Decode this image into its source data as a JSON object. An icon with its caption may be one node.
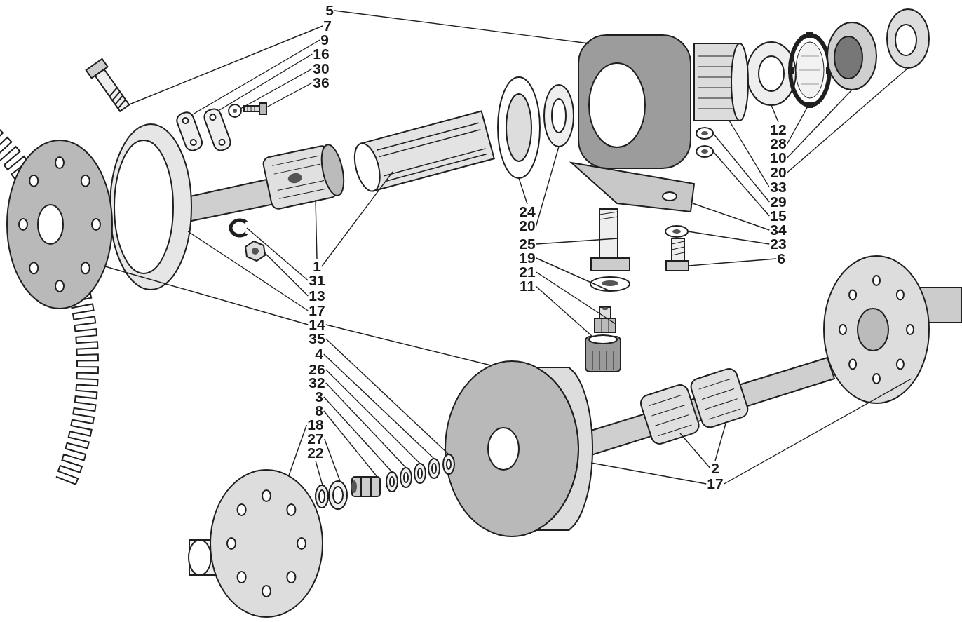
{
  "diagram": {
    "nodes": [
      {
        "text": [
          "5"
        ]
      },
      {
        "text": [
          "7"
        ]
      },
      {
        "text": [
          "9"
        ]
      },
      {
        "text": [
          "16"
        ]
      },
      {
        "text": [
          "30"
        ]
      },
      {
        "text": [
          "36"
        ]
      },
      {
        "text": [
          "12"
        ]
      },
      {
        "text": [
          "28"
        ]
      },
      {
        "text": [
          "10"
        ]
      },
      {
        "text": [
          "20"
        ]
      },
      {
        "text": [
          "33"
        ]
      },
      {
        "text": [
          "29"
        ]
      },
      {
        "text": [
          "15"
        ]
      },
      {
        "text": [
          "34"
        ]
      },
      {
        "text": [
          "23"
        ]
      },
      {
        "text": [
          "6"
        ]
      },
      {
        "text": [
          "24"
        ]
      },
      {
        "text": [
          "20"
        ]
      },
      {
        "text": [
          "25"
        ]
      },
      {
        "text": [
          "19"
        ]
      },
      {
        "text": [
          "21"
        ]
      },
      {
        "text": [
          "11"
        ]
      },
      {
        "text": [
          "1"
        ]
      },
      {
        "text": [
          "31"
        ]
      },
      {
        "text": [
          "13"
        ]
      },
      {
        "text": [
          "17"
        ]
      },
      {
        "text": [
          "14"
        ]
      },
      {
        "text": [
          "35"
        ]
      },
      {
        "text": [
          "4"
        ]
      },
      {
        "text": [
          "26"
        ]
      },
      {
        "text": [
          "32"
        ]
      },
      {
        "text": [
          "3"
        ]
      },
      {
        "text": [
          "8"
        ]
      },
      {
        "text": [
          "18"
        ]
      },
      {
        "text": [
          "27"
        ]
      },
      {
        "text": [
          "22"
        ]
      },
      {
        "text": [
          "2"
        ]
      },
      {
        "text": [
          "17"
        ]
      },
      {
        "text": [],
        "shape": "picture"
      },
      {
        "text": [],
        "shape": "picture"
      },
      {
        "text": [],
        "shape": "picture"
      },
      {
        "text": [],
        "shape": "picture"
      },
      {
        "text": [],
        "shape": "picture"
      },
      {
        "text": [],
        "shape": "picture"
      },
      {
        "text": [],
        "shape": "picture"
      },
      {
        "text": [],
        "shape": "picture"
      },
      {
        "text": [],
        "shape": "picture"
      },
      {
        "text": [],
        "shape": "picture"
      },
      {
        "text": [],
        "shape": "picture"
      },
      {
        "text": [],
        "shape": "picture"
      },
      {
        "text": [],
        "shape": "picture"
      },
      {
        "text": [],
        "shape": "picture"
      },
      {
        "text": [],
        "shape": "picture"
      },
      {
        "text": [],
        "shape": "picture"
      },
      {
        "text": [],
        "shape": "picture"
      },
      {
        "text": [],
        "shape": "picture"
      },
      {
        "text": [],
        "shape": "picture"
      },
      {
        "text": [],
        "shape": "picture"
      },
      {
        "text": [],
        "shape": "picture"
      },
      {
        "text": [],
        "shape": "picture"
      },
      {
        "text": [],
        "shape": "picture"
      },
      {
        "text": [],
        "shape": "picture"
      },
      {
        "text": [],
        "shape": "picture"
      },
      {
        "text": [],
        "shape": "picture"
      },
      {
        "text": [],
        "shape": "picture"
      },
      {
        "text": [],
        "shape": "picture"
      },
      {
        "text": [],
        "shape": "picture"
      },
      {
        "text": [],
        "shape": "picture"
      },
      {
        "text": [],
        "shape": "picture"
      },
      {
        "text": [],
        "shape": "picture"
      },
      {
        "text": [],
        "shape": "picture"
      },
      {
        "text": [],
        "shape": "picture"
      },
      {
        "text": [],
        "shape": "picture"
      },
      {
        "text": [],
        "shape": "picture"
      },
      {
        "text": [],
        "shape": "picture"
      },
      {
        "text": [],
        "shape": "picture"
      },
      {
        "text": [],
        "shape": "picture"
      },
      {
        "text": [],
        "shape": "picture"
      },
      {
        "text": [],
        "shape": "picture"
      },
      {
        "text": [],
        "shape": "picture"
      }
    ],
    "edges": [
      {
        "from": 0,
        "to": 38,
        "arrow": "none"
      },
      {
        "from": 1,
        "to": 39,
        "arrow": "none"
      },
      {
        "from": 2,
        "to": 40,
        "arrow": "none"
      },
      {
        "from": 3,
        "to": 41,
        "arrow": "none"
      },
      {
        "from": 4,
        "to": 42,
        "arrow": "none"
      },
      {
        "from": 5,
        "to": 43,
        "arrow": "none"
      },
      {
        "from": 6,
        "to": 44,
        "arrow": "none"
      },
      {
        "from": 7,
        "to": 45,
        "arrow": "none"
      },
      {
        "from": 8,
        "to": 46,
        "arrow": "none"
      },
      {
        "from": 9,
        "to": 47,
        "arrow": "none"
      },
      {
        "from": 10,
        "to": 48,
        "arrow": "none"
      },
      {
        "from": 11,
        "to": 49,
        "arrow": "none"
      },
      {
        "from": 12,
        "to": 50,
        "arrow": "none"
      },
      {
        "from": 13,
        "to": 51,
        "arrow": "none"
      },
      {
        "from": 14,
        "to": 52,
        "arrow": "none"
      },
      {
        "from": 15,
        "to": 53,
        "arrow": "none"
      },
      {
        "from": 16,
        "to": 54,
        "arrow": "none"
      },
      {
        "from": 17,
        "to": 55,
        "arrow": "none"
      },
      {
        "from": 18,
        "to": 56,
        "arrow": "none"
      },
      {
        "from": 19,
        "to": 57,
        "arrow": "none"
      },
      {
        "from": 20,
        "to": 58,
        "arrow": "none"
      },
      {
        "from": 21,
        "to": 59,
        "arrow": "none"
      },
      {
        "from": 22,
        "to": 60,
        "arrow": "none"
      },
      {
        "from": 22,
        "to": 61,
        "arrow": "none"
      },
      {
        "from": 23,
        "to": 62,
        "arrow": "none"
      },
      {
        "from": 24,
        "to": 63,
        "arrow": "none"
      },
      {
        "from": 25,
        "to": 64,
        "arrow": "none"
      },
      {
        "from": 26,
        "to": 65,
        "arrow": "none"
      },
      {
        "from": 26,
        "to": 66,
        "arrow": "none"
      },
      {
        "from": 27,
        "to": 67,
        "arrow": "none"
      },
      {
        "from": 28,
        "to": 68,
        "arrow": "none"
      },
      {
        "from": 29,
        "to": 69,
        "arrow": "none"
      },
      {
        "from": 30,
        "to": 70,
        "arrow": "none"
      },
      {
        "from": 31,
        "to": 71,
        "arrow": "none"
      },
      {
        "from": 32,
        "to": 72,
        "arrow": "none"
      },
      {
        "from": 33,
        "to": 73,
        "arrow": "none"
      },
      {
        "from": 34,
        "to": 74,
        "arrow": "none"
      },
      {
        "from": 35,
        "to": 75,
        "arrow": "none"
      },
      {
        "from": 36,
        "to": 76,
        "arrow": "none"
      },
      {
        "from": 36,
        "to": 77,
        "arrow": "none"
      },
      {
        "from": 37,
        "to": 78,
        "arrow": "none"
      },
      {
        "from": 37,
        "to": 79,
        "arrow": "none"
      }
    ]
  }
}
